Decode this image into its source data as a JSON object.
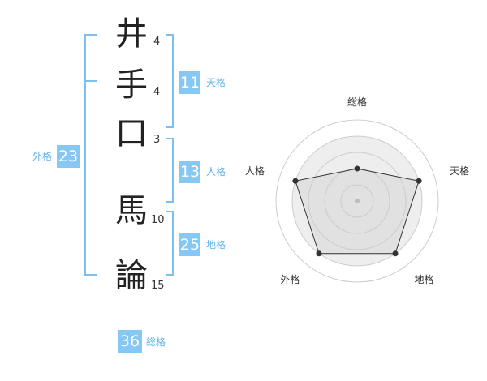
{
  "name": {
    "characters": [
      {
        "char": "井",
        "strokes": "4"
      },
      {
        "char": "手",
        "strokes": "4"
      },
      {
        "char": "口",
        "strokes": "3"
      },
      {
        "char": "馬",
        "strokes": "10"
      },
      {
        "char": "論",
        "strokes": "15"
      }
    ]
  },
  "kaku": {
    "tenkaku": {
      "value": "11",
      "label": "天格"
    },
    "jinkaku": {
      "value": "13",
      "label": "人格"
    },
    "chikaku": {
      "value": "25",
      "label": "地格"
    },
    "gaikaku": {
      "value": "23",
      "label": "外格"
    },
    "soukaku": {
      "value": "36",
      "label": "総格"
    }
  },
  "chart_data": {
    "type": "radar",
    "axes": [
      "総格",
      "天格",
      "地格",
      "外格",
      "人格"
    ],
    "values": [
      2,
      4,
      4,
      4,
      4
    ],
    "max": 5,
    "rings": 4
  },
  "colors": {
    "accent": "#85c8f3",
    "bracket": "#7cc0ef",
    "radar_fill": "#eeeeee",
    "radar_line": "#333333"
  }
}
